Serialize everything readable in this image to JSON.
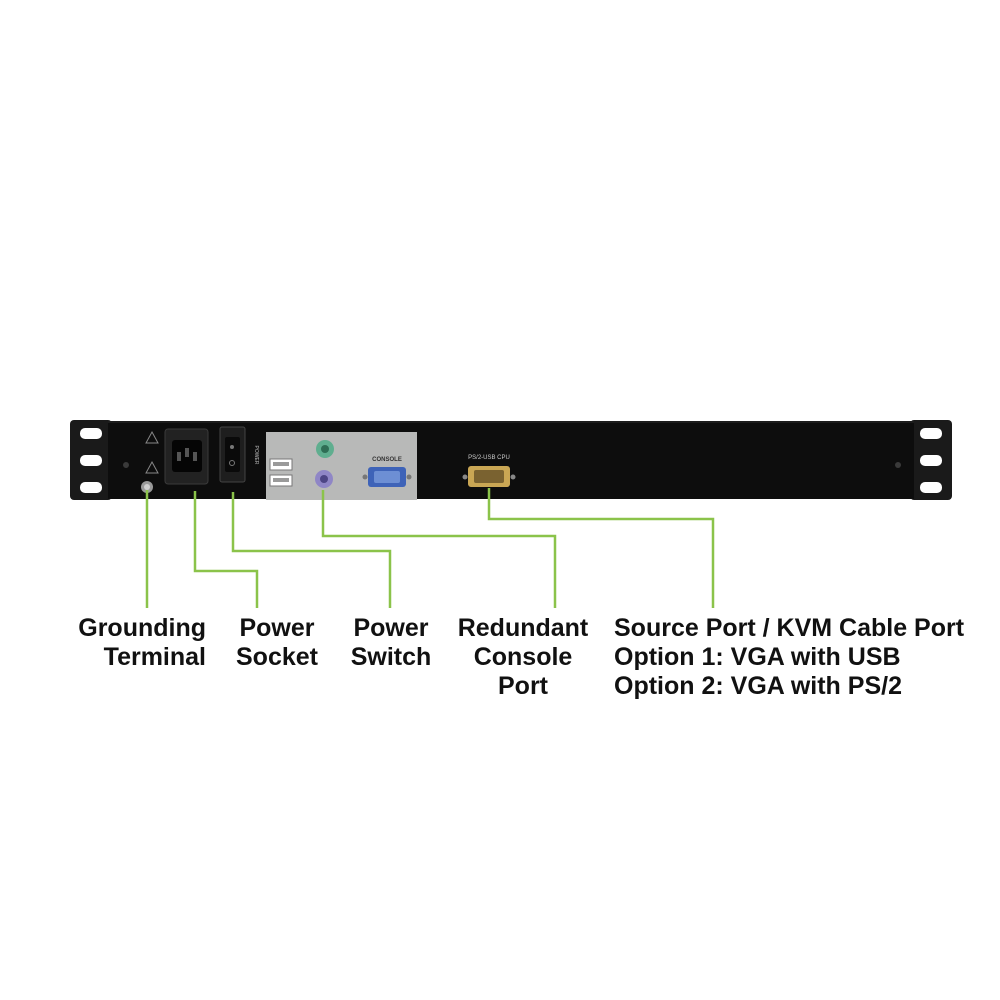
{
  "colors": {
    "background": "#ffffff",
    "chassis": "#0d0d0d",
    "bracket": "#1a1a1a",
    "panel": "#b8b9b8",
    "leader_line": "#8bc34a",
    "label_text": "#111111",
    "ps2_keyboard": "#8f86c6",
    "ps2_mouse": "#5fae8f",
    "vga_blue": "#3e63b8",
    "vga_gold": "#c9a654"
  },
  "device": {
    "console_label": "CONSOLE",
    "power_label": "POWER",
    "cpu_label": "PS/2-USB CPU"
  },
  "callouts": [
    {
      "id": "grounding-terminal",
      "lines": [
        "Grounding",
        "Terminal"
      ]
    },
    {
      "id": "power-socket",
      "lines": [
        "Power",
        "Socket"
      ]
    },
    {
      "id": "power-switch",
      "lines": [
        "Power",
        "Switch"
      ]
    },
    {
      "id": "redundant-console-port",
      "lines": [
        "Redundant",
        "Console",
        "Port"
      ]
    },
    {
      "id": "source-port",
      "lines": [
        "Source Port / KVM Cable Port",
        "Option 1: VGA with USB",
        "Option 2: VGA with PS/2"
      ]
    }
  ]
}
